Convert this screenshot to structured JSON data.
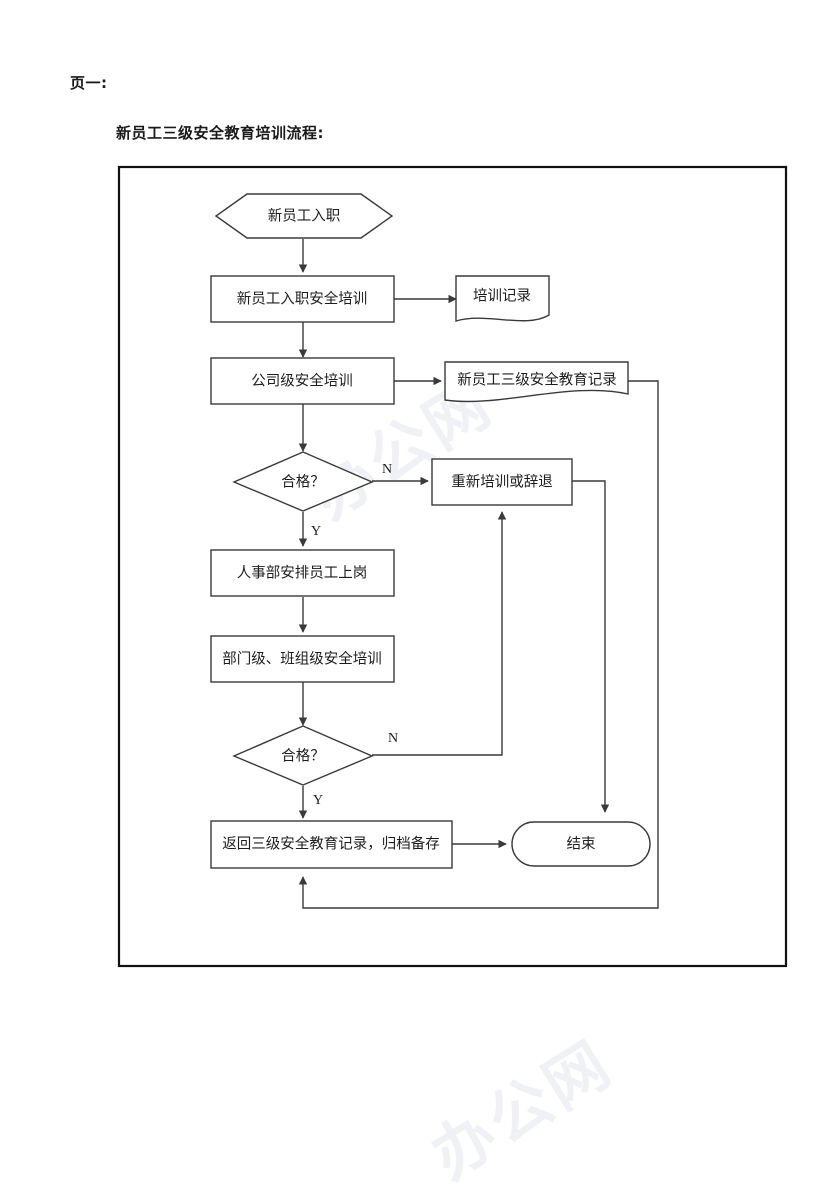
{
  "document": {
    "page_label": "页一:",
    "title": "新员工三级安全教育培训流程:"
  },
  "watermark": {
    "text": "办公网"
  },
  "chart_data": {
    "type": "diagram",
    "title": "新员工三级安全教育培训流程",
    "nodes": [
      {
        "id": "start",
        "shape": "hexagon",
        "label": "新员工入职"
      },
      {
        "id": "induction",
        "shape": "process",
        "label": "新员工入职安全培训"
      },
      {
        "id": "trainrec",
        "shape": "document",
        "label": "培训记录"
      },
      {
        "id": "company",
        "shape": "process",
        "label": "公司级安全培训"
      },
      {
        "id": "threelevel",
        "shape": "document",
        "label": "新员工三级安全教育记录"
      },
      {
        "id": "check1",
        "shape": "decision",
        "label": "合格？"
      },
      {
        "id": "retrain",
        "shape": "process",
        "label": "重新培训或辞退"
      },
      {
        "id": "hr",
        "shape": "process",
        "label": "人事部安排员工上岗"
      },
      {
        "id": "deptteam",
        "shape": "process",
        "label": "部门级、班组级安全培训"
      },
      {
        "id": "check2",
        "shape": "decision",
        "label": "合格？"
      },
      {
        "id": "archive",
        "shape": "process",
        "label": "返回三级安全教育记录，归档备存"
      },
      {
        "id": "end",
        "shape": "terminator",
        "label": "结束"
      }
    ],
    "edges": [
      {
        "from": "start",
        "to": "induction",
        "label": ""
      },
      {
        "from": "induction",
        "to": "trainrec",
        "label": ""
      },
      {
        "from": "induction",
        "to": "company",
        "label": ""
      },
      {
        "from": "company",
        "to": "threelevel",
        "label": ""
      },
      {
        "from": "company",
        "to": "check1",
        "label": ""
      },
      {
        "from": "check1",
        "to": "retrain",
        "label": "N"
      },
      {
        "from": "check1",
        "to": "hr",
        "label": "Y"
      },
      {
        "from": "hr",
        "to": "deptteam",
        "label": ""
      },
      {
        "from": "deptteam",
        "to": "check2",
        "label": ""
      },
      {
        "from": "check2",
        "to": "retrain",
        "label": "N"
      },
      {
        "from": "check2",
        "to": "archive",
        "label": "Y"
      },
      {
        "from": "archive",
        "to": "end",
        "label": ""
      },
      {
        "from": "retrain",
        "to": "end",
        "label": ""
      },
      {
        "from": "threelevel",
        "to": "archive",
        "label": ""
      }
    ],
    "branch_labels": {
      "check1_no": "N",
      "check1_yes": "Y",
      "check2_no": "N",
      "check2_yes": "Y"
    },
    "colors": {
      "shape_stroke": "#3a3a3a",
      "frame_stroke": "#111111",
      "text": "#1d1d1d",
      "background": "#ffffff"
    }
  }
}
